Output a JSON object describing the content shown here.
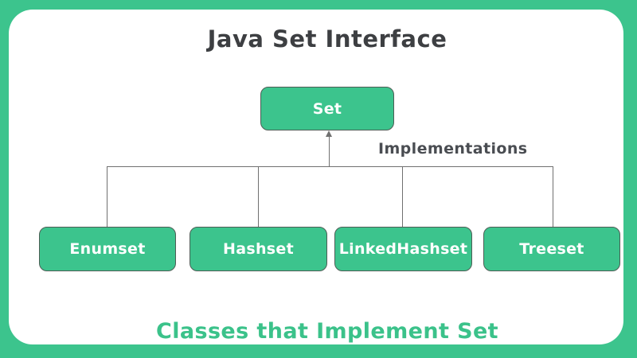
{
  "page": {
    "title": "Java Set Interface",
    "caption": "Classes that Implement Set"
  },
  "diagram": {
    "root": {
      "label": "Set"
    },
    "edge_label": "Implementations",
    "children": [
      {
        "label": "Enumset"
      },
      {
        "label": "Hashset"
      },
      {
        "label": "LinkedHashset"
      },
      {
        "label": "Treeset"
      }
    ]
  },
  "colors": {
    "accent_green": "#3cc48d",
    "caption_green": "#3bc28a",
    "node_fill": "#3cc48d",
    "node_stroke": "#4d5d55",
    "node_text": "#ffffff",
    "title_text": "#3d3f42",
    "label_text": "#4a4d52",
    "connector": "#707070",
    "card_bg": "#ffffff"
  }
}
